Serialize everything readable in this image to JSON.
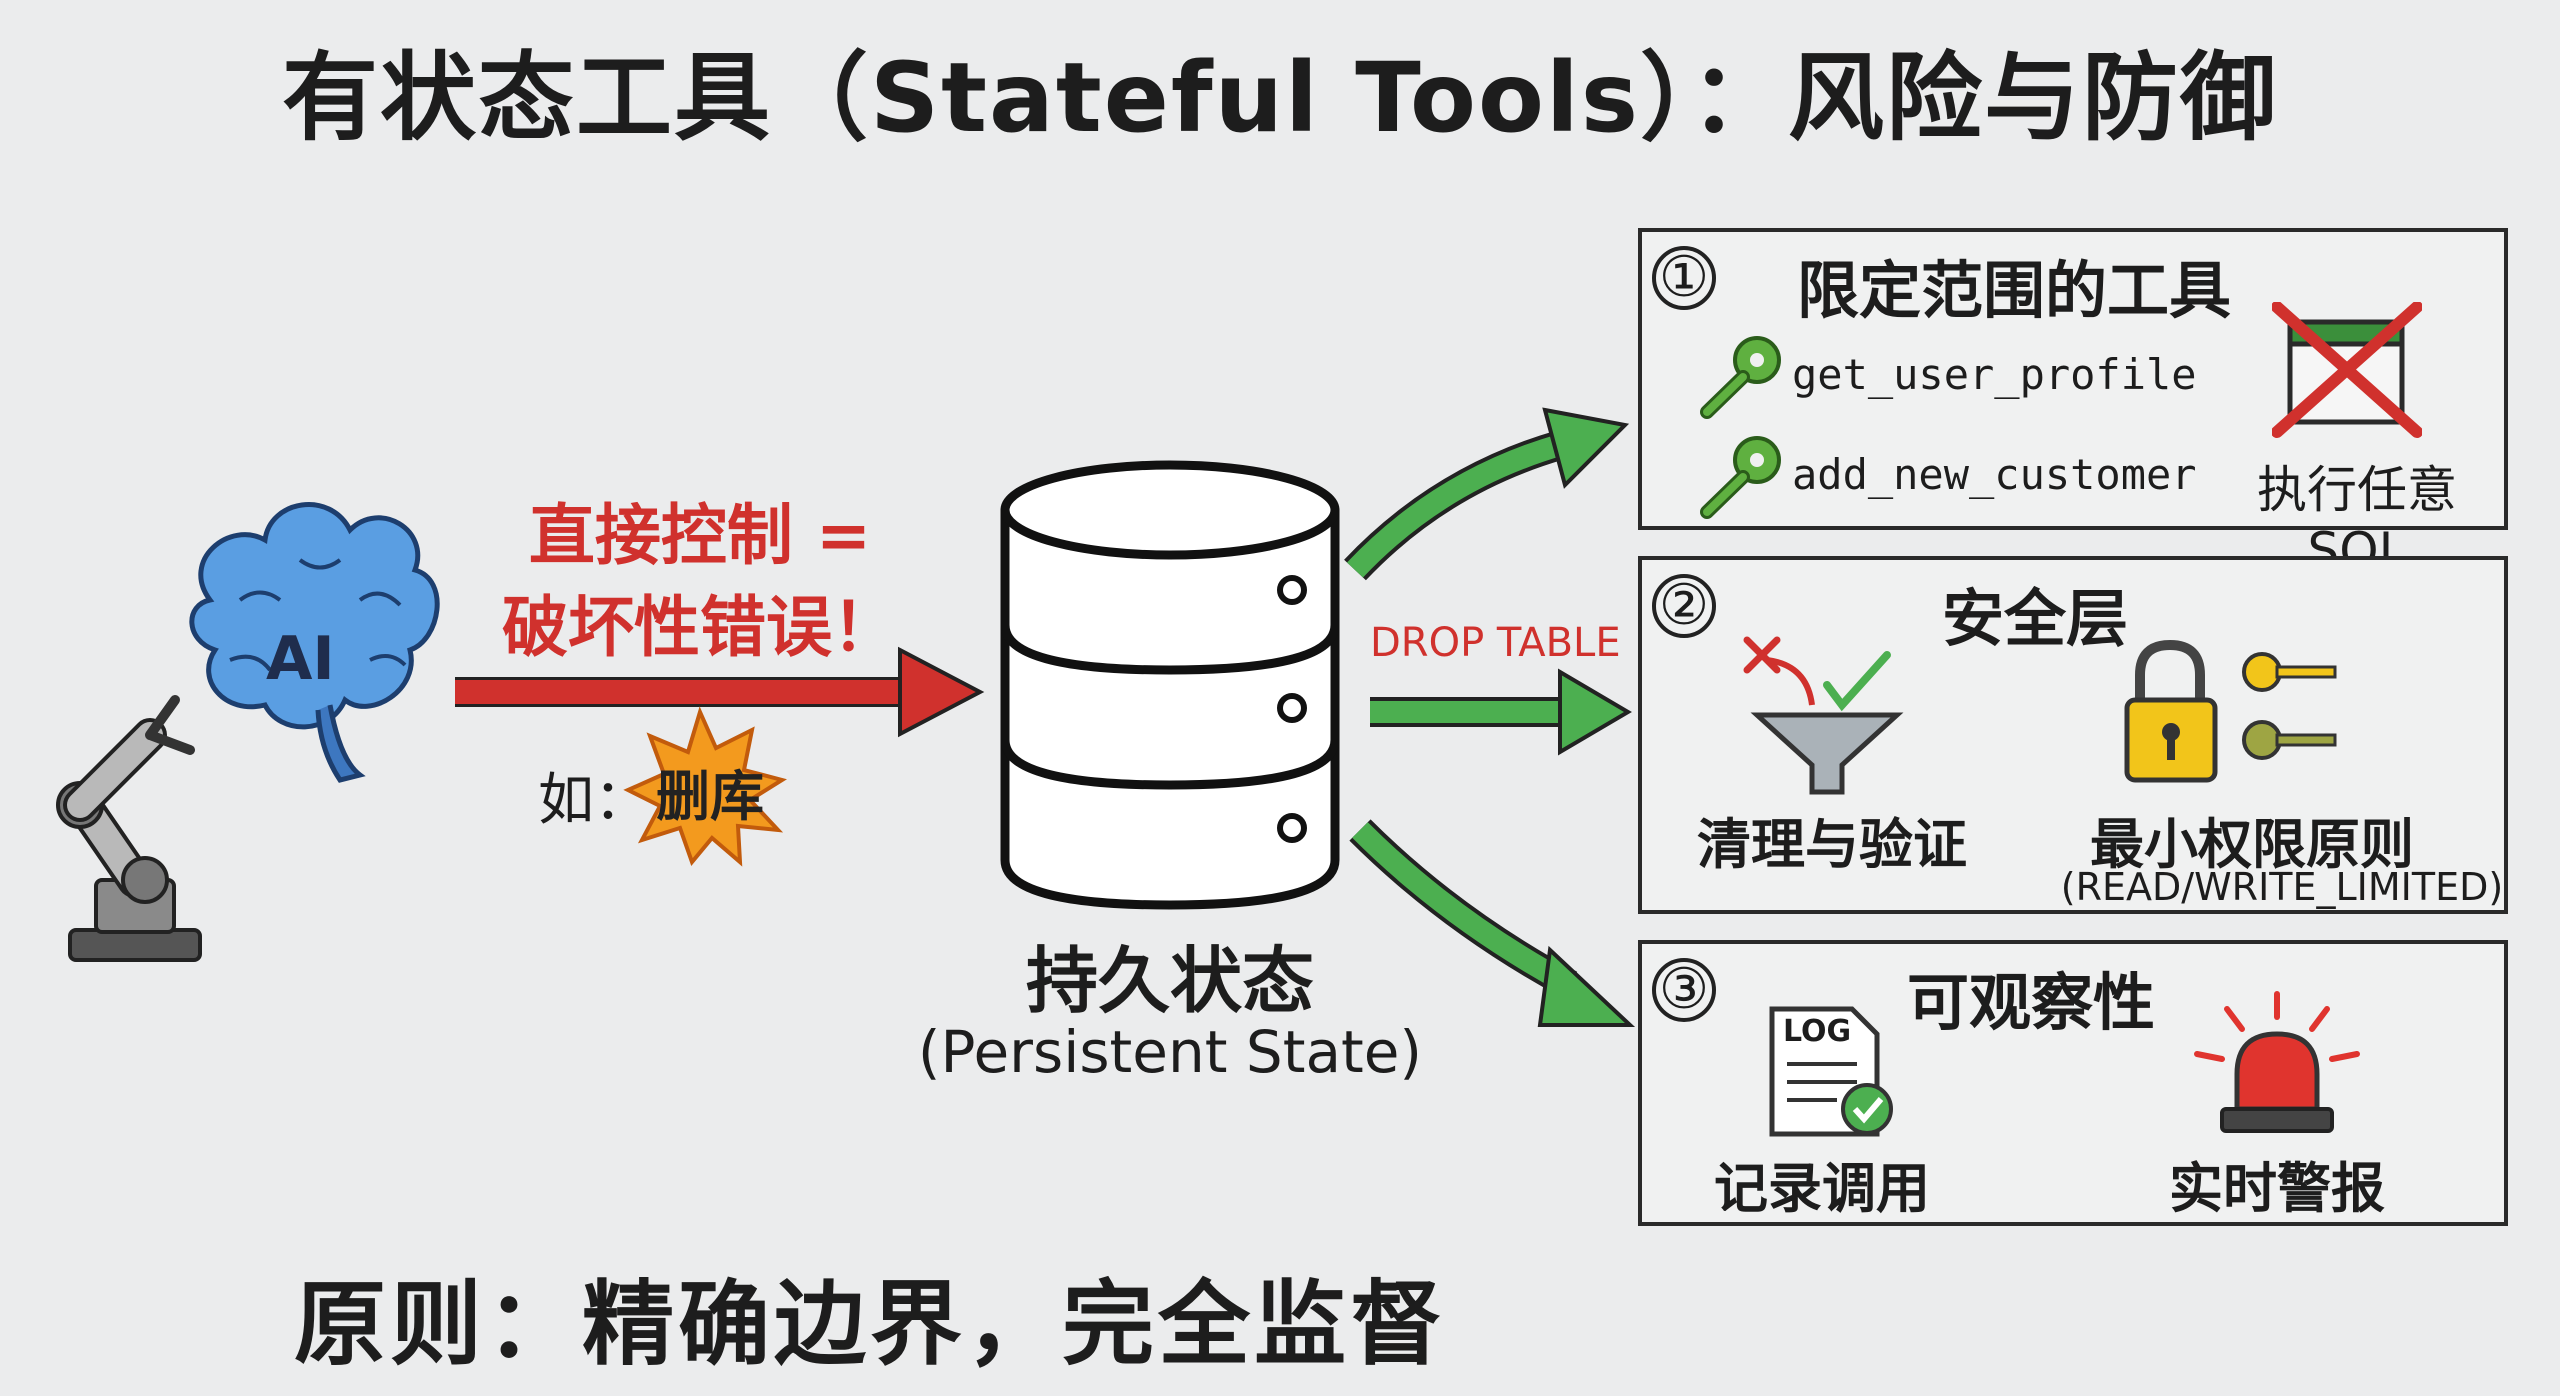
{
  "title": "有状态工具（Stateful Tools）：风险与防御",
  "left": {
    "ai_label": "AI",
    "danger_line1": "直接控制 =",
    "danger_line2": "破坏性错误！",
    "example_label": "如：",
    "example_burst": "删库"
  },
  "center": {
    "state_label": "持久状态",
    "state_sub": "(Persistent State)",
    "drop_table": "DROP TABLE"
  },
  "panels": [
    {
      "number": "①",
      "title": "限定范围的工具",
      "tools": [
        "get_user_profile",
        "add_new_customer"
      ],
      "blocked": "执行任意 SQL"
    },
    {
      "number": "②",
      "title": "安全层",
      "items": [
        "清理与验证",
        "最小权限原则"
      ],
      "permission_note": "(READ/WRITE_LIMITED)"
    },
    {
      "number": "③",
      "title": "可观察性",
      "log_icon_text": "LOG",
      "items": [
        "记录调用",
        "实时警报"
      ]
    }
  ],
  "principle": "原则：精确边界，完全监督",
  "colors": {
    "danger": "#d0312d",
    "safe_arrow": "#4caf50",
    "brain": "#4a8fd8",
    "key": "#5fb040",
    "gold": "#f2c51a",
    "alarm": "#e0342e"
  }
}
